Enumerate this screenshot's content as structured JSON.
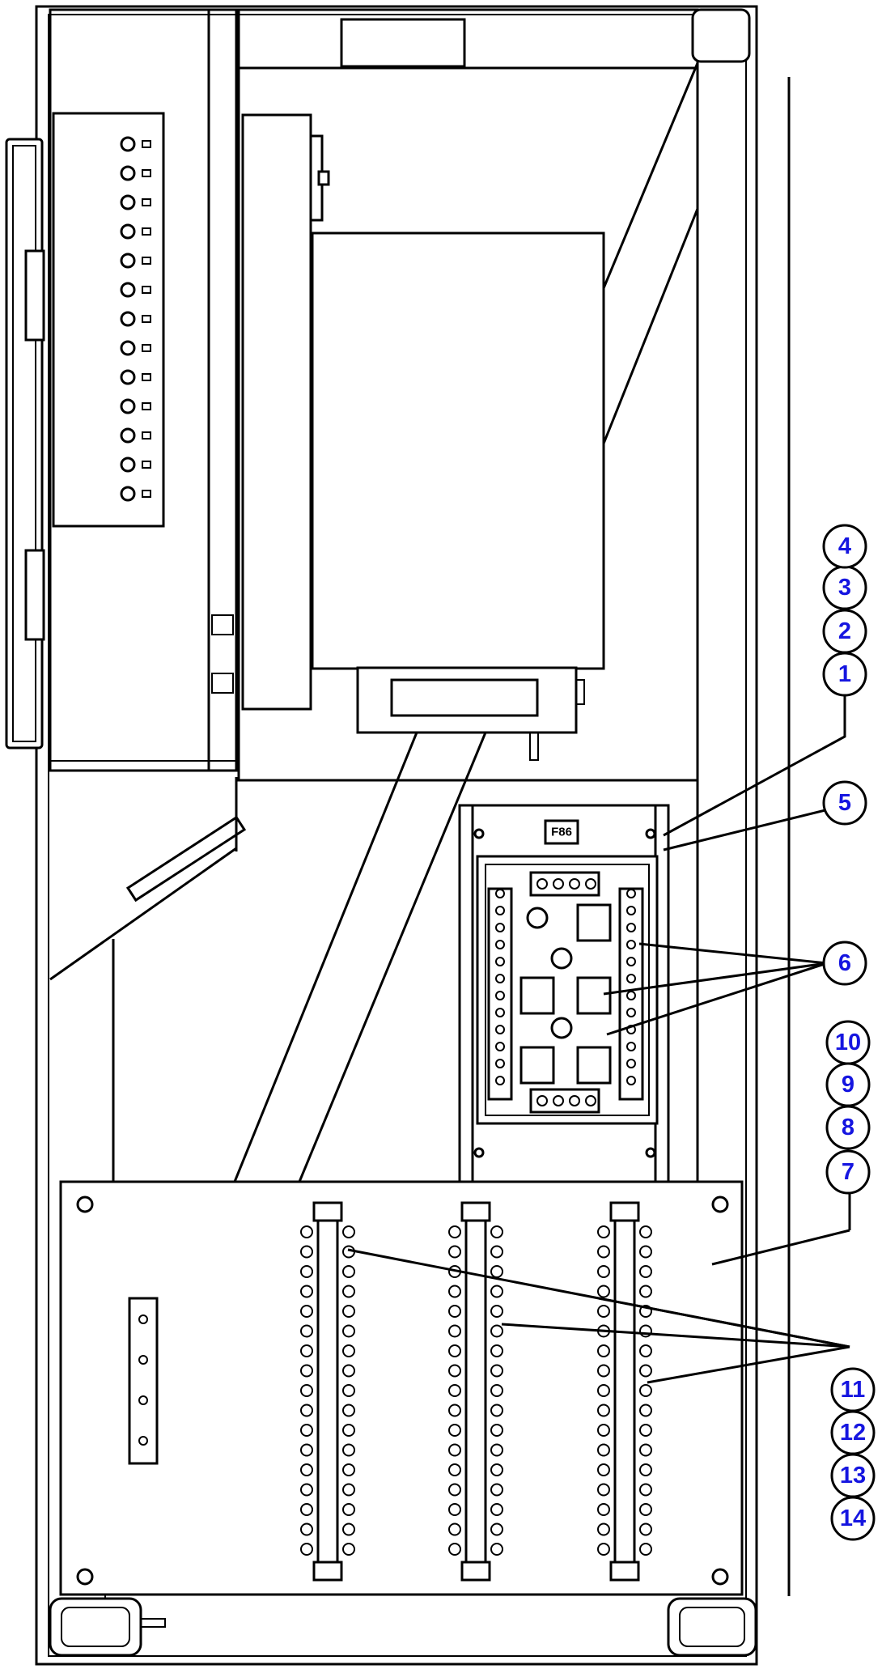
{
  "figure": {
    "panel_label": "F86"
  },
  "callouts": [
    {
      "id": "1",
      "label": "1"
    },
    {
      "id": "2",
      "label": "2"
    },
    {
      "id": "3",
      "label": "3"
    },
    {
      "id": "4",
      "label": "4"
    },
    {
      "id": "5",
      "label": "5"
    },
    {
      "id": "6",
      "label": "6"
    },
    {
      "id": "7",
      "label": "7"
    },
    {
      "id": "8",
      "label": "8"
    },
    {
      "id": "9",
      "label": "9"
    },
    {
      "id": "10",
      "label": "10"
    },
    {
      "id": "11",
      "label": "11"
    },
    {
      "id": "12",
      "label": "12"
    },
    {
      "id": "13",
      "label": "13"
    },
    {
      "id": "14",
      "label": "14"
    }
  ],
  "colors": {
    "line": "#000000",
    "callout_text": "#1515e0",
    "background": "#ffffff"
  }
}
